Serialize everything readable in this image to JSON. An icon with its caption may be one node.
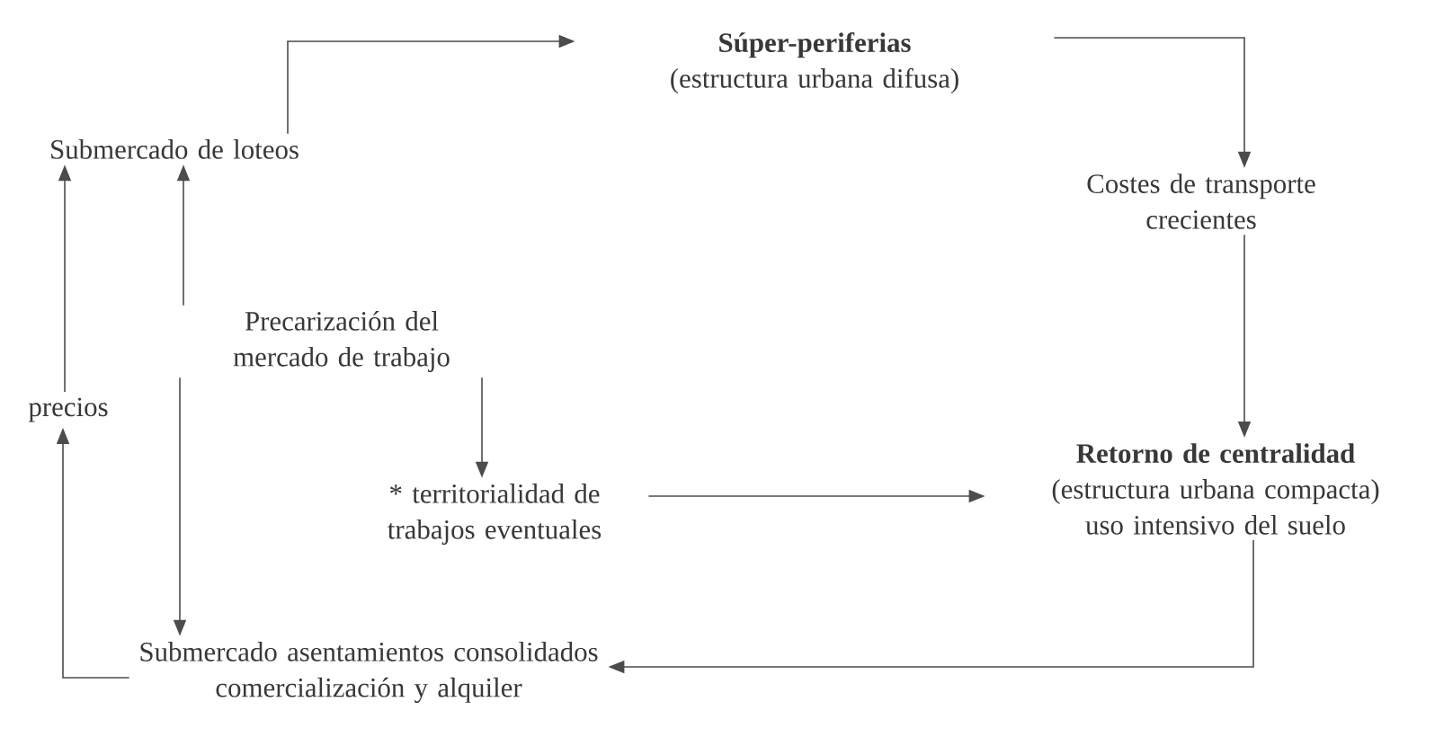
{
  "diagram": {
    "nodes": [
      {
        "text": [
          "Submercado de loteos"
        ]
      },
      {
        "text": [
          "Súper-periferias",
          "(estructura urbana difusa)"
        ]
      },
      {
        "text": [
          "Costes de transporte crecientes"
        ]
      },
      {
        "text": [
          "Precarización del mercado de trabajo"
        ]
      },
      {
        "text": [
          "precios"
        ]
      },
      {
        "text": [
          "* territorialidad de trabajos eventuales"
        ]
      },
      {
        "text": [
          "Retorno de centralidad",
          "(estructura urbana compacta) uso intensivo del suelo"
        ]
      },
      {
        "text": [
          "Submercado asentamientos consolidados comercialización y alquiler"
        ]
      }
    ],
    "edges": [
      {
        "from": 0,
        "to": 1,
        "arrow": "to"
      },
      {
        "from": 1,
        "to": 2,
        "arrow": "to"
      },
      {
        "from": 2,
        "to": 6,
        "arrow": "to"
      },
      {
        "from": 3,
        "to": 0,
        "arrow": "to"
      },
      {
        "from": 4,
        "to": 0,
        "arrow": "to"
      },
      {
        "from": 3,
        "to": 5,
        "arrow": "to"
      },
      {
        "from": 3,
        "to": 7,
        "arrow": "to"
      },
      {
        "from": 5,
        "to": 6,
        "arrow": "to"
      },
      {
        "from": 6,
        "to": 7,
        "arrow": "to"
      },
      {
        "from": 7,
        "to": 4,
        "arrow": "to"
      }
    ]
  }
}
